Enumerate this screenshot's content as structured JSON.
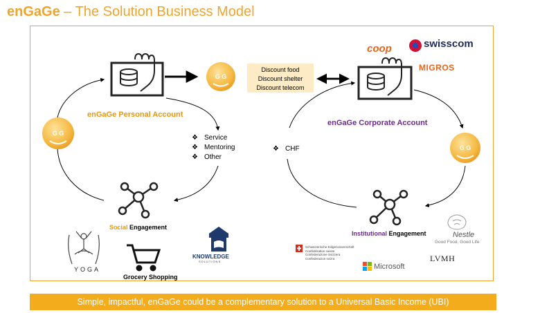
{
  "header": {
    "title_bold": "enGaGe",
    "title_rest": " – The Solution Business Model"
  },
  "accounts": {
    "personal_prefix": "enGaGe",
    "personal_suffix": " Personal Account",
    "corporate_prefix": "enGaGe",
    "corporate_suffix": " Corporate Account"
  },
  "discounts": [
    "Discount food",
    "Discount shelter",
    "Discount telecom"
  ],
  "services": [
    "Service",
    "Mentoring",
    "Other"
  ],
  "currency": "CHF",
  "engagement": {
    "social_word": "Social",
    "institutional_word": "Institutional",
    "suffix": " Engagement"
  },
  "coin_label": "G G",
  "logos": {
    "coop": "coop",
    "swisscom": "swisscom",
    "migros": "MIGROS",
    "nestle": "Nestle",
    "nestle_tag": "Good Food, Good Life",
    "lvmh": "LVMH",
    "microsoft": "Microsoft",
    "confed": [
      "Schweizerische Eidgenossenschaft",
      "Confédération suisse",
      "Confederazione Svizzera",
      "Confederaziun svizra"
    ],
    "yoga": "YOGA",
    "knowledge": "KNOWLEDGE",
    "knowledge_sub": "SOLUTIONS",
    "grocery": "Grocery Shopping"
  },
  "banner": "Simple, impactful, enGaGe could be a complementary solution to a Universal Basic Income (UBI)",
  "colors": {
    "accent": "#f0a52a",
    "coin": "#f5b942",
    "purple": "#6b2a8c",
    "banner": "#f2ac1c"
  }
}
